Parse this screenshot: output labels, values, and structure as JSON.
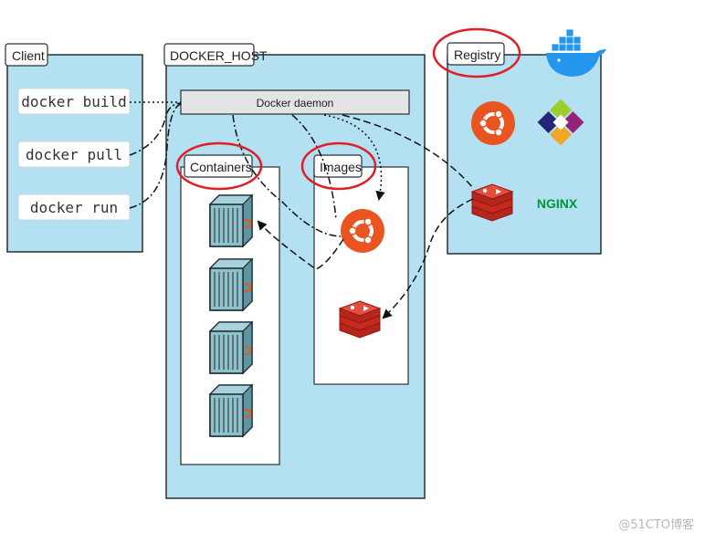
{
  "client": {
    "title": "Client",
    "commands": [
      "docker build",
      "docker pull",
      "docker run"
    ]
  },
  "host": {
    "title": "DOCKER_HOST",
    "daemon": "Docker daemon",
    "containers_title": "Containers",
    "images_title": "Images"
  },
  "registry": {
    "title": "Registry",
    "nginx_text": "NGINX"
  },
  "watermark": "@51CTO博客",
  "colors": {
    "panel_fill": "#b3e1f2",
    "panel_stroke": "#2a2f33",
    "highlight_circle": "#e01e26",
    "ubuntu": "#e95420",
    "redis": "#c8281e",
    "nginx": "#009639",
    "container": "#8fc1cb"
  },
  "icons": [
    "docker-whale-icon",
    "ubuntu-icon",
    "centos-icon",
    "redis-icon",
    "nginx-logo",
    "container-icon"
  ]
}
